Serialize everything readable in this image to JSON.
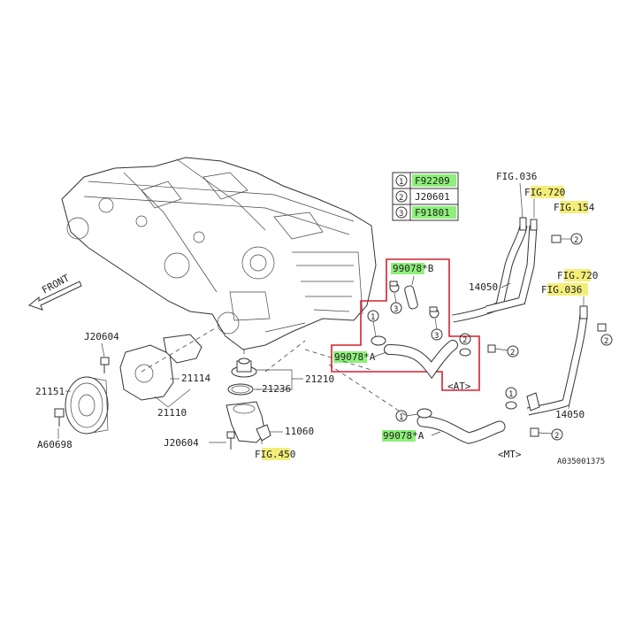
{
  "legend": {
    "rows": [
      {
        "num": "1",
        "code": "F92209",
        "highlight": "green"
      },
      {
        "num": "2",
        "code": "J20601",
        "highlight": "none"
      },
      {
        "num": "3",
        "code": "F91801",
        "highlight": "green"
      }
    ]
  },
  "fig_refs": {
    "top_036": "FIG.036",
    "top_720": {
      "pre": "F",
      "hl": "IG.72",
      "post": "0"
    },
    "top_154": {
      "pre": "F",
      "hl": "IG.15",
      "post": "4"
    },
    "mid_720": {
      "pre": "F",
      "hl": "IG.7",
      "post": "20"
    },
    "mid_036": {
      "pre": "F",
      "hl": "IG.036",
      "post": ""
    },
    "bottom_450": {
      "pre": "F",
      "hl": "IG.45",
      "post": "0"
    }
  },
  "labels": {
    "front": "FRONT",
    "j20604_top": "J20604",
    "p21151": "21151",
    "a60698": "A60698",
    "p21114": "21114",
    "p21110": "21110",
    "p21236": "21236",
    "p21210": "21210",
    "p11060": "11060",
    "j20604_bottom": "J20604",
    "p14050_top": "14050",
    "p14050_bottom": "14050",
    "at": "<AT>",
    "mt": "<MT>",
    "hose_b": {
      "code": "99078",
      "star": "*",
      "suffix": "B"
    },
    "hose_a_at": {
      "code": "99078",
      "star": "*",
      "suffix": "A"
    },
    "hose_a_mt": {
      "code": "99078",
      "star": "*",
      "suffix": "A"
    },
    "callout_1": "1",
    "callout_2": "2",
    "callout_3": "3",
    "drawing_id": "A035001375"
  },
  "colors": {
    "green_highlight": "#8ef07a",
    "yellow_highlight": "#f3ee7a",
    "at_boundary": "#d42030",
    "line": "#333333"
  }
}
